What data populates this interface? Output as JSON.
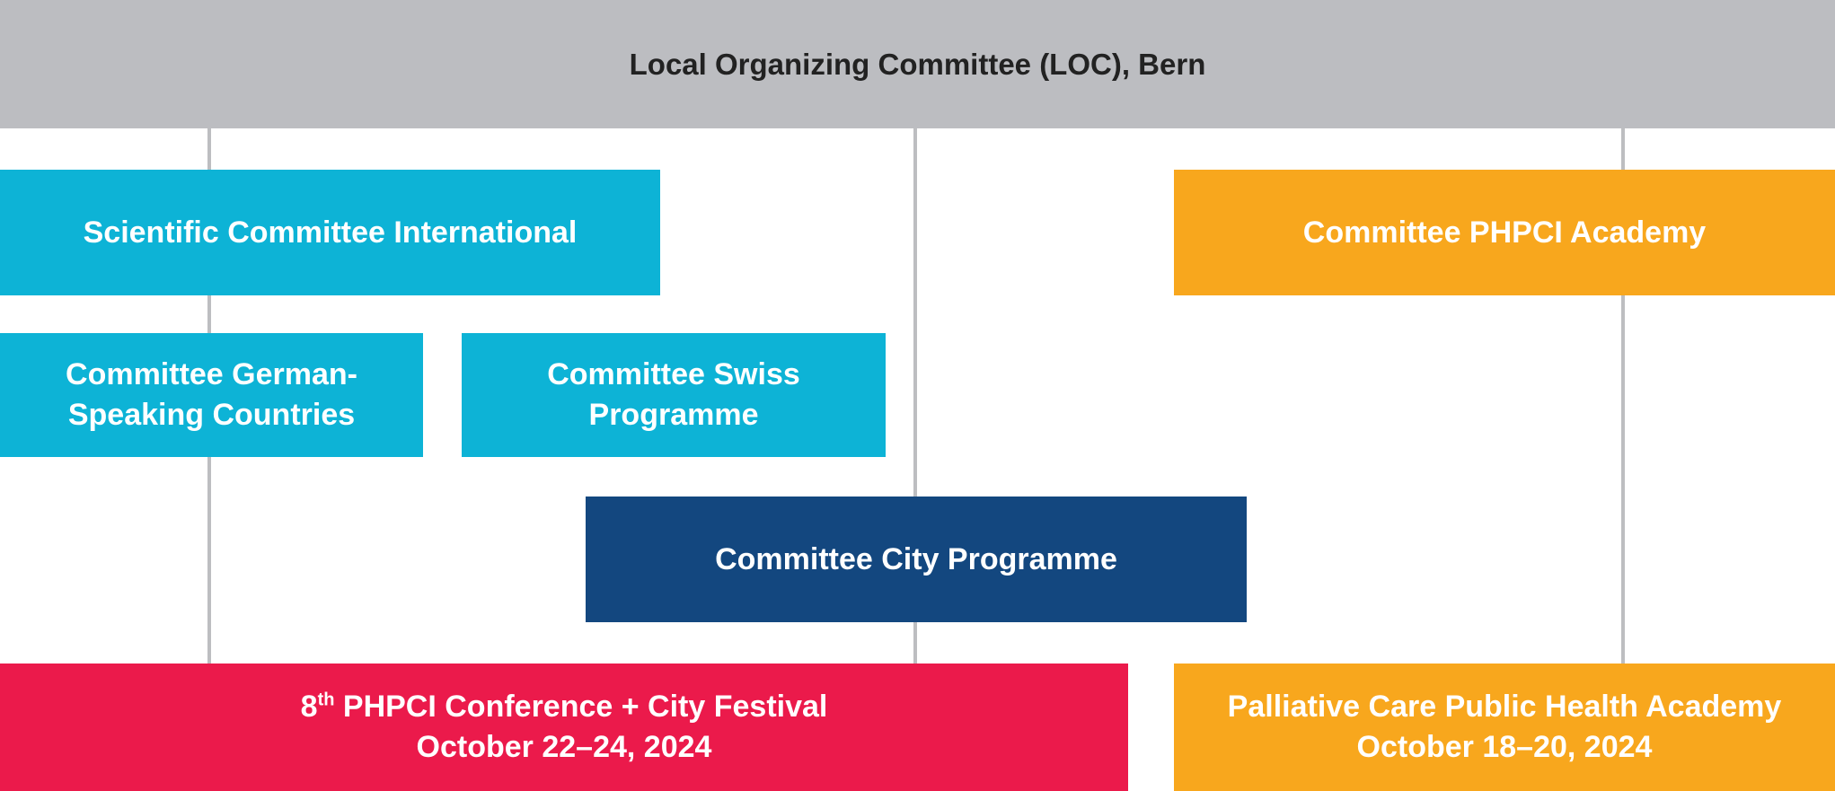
{
  "colors": {
    "loc": "#bcbdc1",
    "scientific": "#0db3d6",
    "academy_orange": "#f8a71d",
    "city": "#13477f",
    "conference": "#eb1a4b",
    "connector": "#bdbec1"
  },
  "loc": {
    "label": "Local Organizing Committee (LOC), Bern"
  },
  "scientific": {
    "label": "Scientific Committee International"
  },
  "academy_committee": {
    "label": "Committee PHPCI Academy"
  },
  "german": {
    "line1": "Committee German-",
    "line2": "Speaking Countries"
  },
  "swiss": {
    "line1": "Committee Swiss",
    "line2": "Programme"
  },
  "city": {
    "label": "Committee City Programme"
  },
  "conference": {
    "ordinal_number": "8",
    "ordinal_suffix": "th",
    "title": " PHPCI Conference + City Festival",
    "dates": "October 22–24, 2024"
  },
  "academy": {
    "title": "Palliative Care Public Health Academy",
    "dates": "October 18–20, 2024"
  }
}
